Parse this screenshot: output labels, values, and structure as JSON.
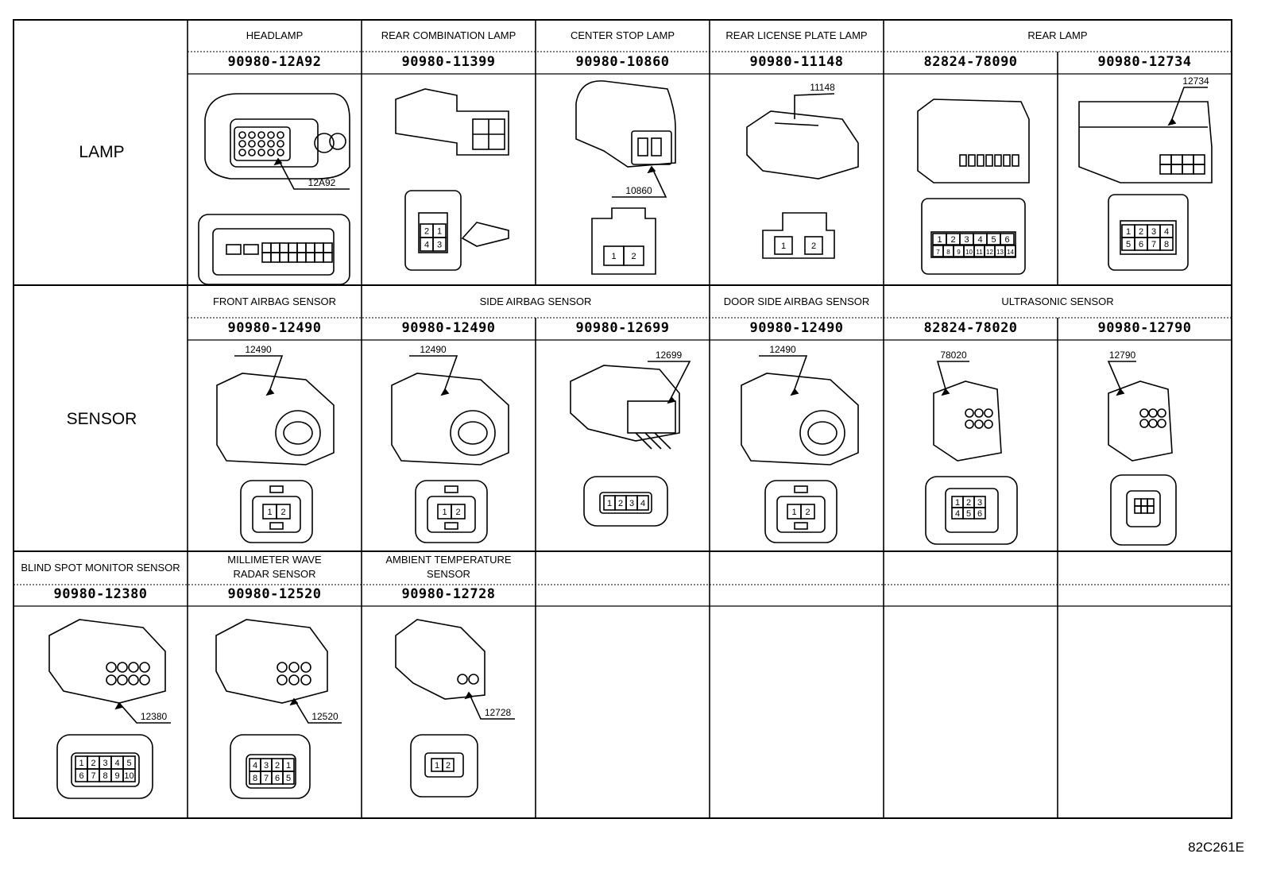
{
  "figure_id": "82C261E",
  "rows": [
    {
      "category": "LAMP",
      "connectors": [
        {
          "title": "HEADLAMP",
          "part_number": "90980-12A92",
          "callout": "12A92",
          "pins": [],
          "icon": "headlamp-connector-icon"
        },
        {
          "title": "REAR COMBINATION LAMP",
          "part_number": "90980-11399",
          "callout": "",
          "pins": [
            "2",
            "1",
            "4",
            "3"
          ],
          "icon": "rear-combination-lamp-connector-icon"
        },
        {
          "title": "CENTER STOP LAMP",
          "part_number": "90980-10860",
          "callout": "10860",
          "pins": [
            "1",
            "2"
          ],
          "icon": "center-stop-lamp-connector-icon"
        },
        {
          "title": "REAR LICENSE PLATE LAMP",
          "part_number": "90980-11148",
          "callout": "11148",
          "pins": [
            "1",
            "2"
          ],
          "icon": "rear-license-plate-lamp-connector-icon"
        },
        {
          "title": "REAR LAMP",
          "part_number": "82824-78090",
          "callout": "",
          "pins": [
            "1",
            "2",
            "3",
            "4",
            "5",
            "6",
            "7",
            "8",
            "9",
            "10",
            "11",
            "12",
            "13",
            "14"
          ],
          "icon": "rear-lamp-connector-icon"
        },
        {
          "title": "",
          "part_number": "90980-12734",
          "callout": "12734",
          "pins": [
            "1",
            "2",
            "3",
            "4",
            "5",
            "6",
            "7",
            "8"
          ],
          "icon": "rear-lamp-connector-icon"
        }
      ]
    },
    {
      "category": "SENSOR",
      "connectors": [
        {
          "title": "FRONT AIRBAG SENSOR",
          "part_number": "90980-12490",
          "callout": "12490",
          "pins": [
            "1",
            "2"
          ],
          "icon": "airbag-sensor-connector-icon"
        },
        {
          "title": "SIDE AIRBAG SENSOR",
          "part_number": "90980-12490",
          "callout": "12490",
          "pins": [
            "1",
            "2"
          ],
          "icon": "airbag-sensor-connector-icon"
        },
        {
          "title": "",
          "part_number": "90980-12699",
          "callout": "12699",
          "pins": [
            "1",
            "2",
            "3",
            "4"
          ],
          "icon": "side-airbag-sensor-connector-icon"
        },
        {
          "title": "DOOR SIDE AIRBAG SENSOR",
          "part_number": "90980-12490",
          "callout": "12490",
          "pins": [
            "1",
            "2"
          ],
          "icon": "airbag-sensor-connector-icon"
        },
        {
          "title": "ULTRASONIC SENSOR",
          "part_number": "82824-78020",
          "callout": "78020",
          "pins": [
            "1",
            "2",
            "3",
            "4",
            "5",
            "6"
          ],
          "icon": "ultrasonic-sensor-connector-icon"
        },
        {
          "title": "",
          "part_number": "90980-12790",
          "callout": "12790",
          "pins": [],
          "icon": "ultrasonic-sensor-connector-icon"
        }
      ]
    },
    {
      "category": "",
      "connectors": [
        {
          "title": "BLIND SPOT MONITOR SENSOR",
          "part_number": "90980-12380",
          "callout": "12380",
          "pins": [
            "1",
            "2",
            "3",
            "4",
            "5",
            "6",
            "7",
            "8",
            "9",
            "10"
          ],
          "icon": "blind-spot-monitor-connector-icon"
        },
        {
          "title": "MILLIMETER WAVE RADAR SENSOR",
          "title_lines": [
            "MILLIMETER WAVE",
            "RADAR SENSOR"
          ],
          "part_number": "90980-12520",
          "callout": "12520",
          "pins": [
            "4",
            "3",
            "2",
            "1",
            "8",
            "7",
            "6",
            "5"
          ],
          "icon": "radar-sensor-connector-icon"
        },
        {
          "title": "AMBIENT TEMPERATURE SENSOR",
          "title_lines": [
            "AMBIENT TEMPERATURE",
            "SENSOR"
          ],
          "part_number": "90980-12728",
          "callout": "12728",
          "pins": [
            "1",
            "2"
          ],
          "icon": "ambient-temperature-connector-icon"
        },
        {
          "title": "",
          "part_number": "",
          "callout": "",
          "pins": [],
          "icon": ""
        },
        {
          "title": "",
          "part_number": "",
          "callout": "",
          "pins": [],
          "icon": ""
        },
        {
          "title": "",
          "part_number": "",
          "callout": "",
          "pins": [],
          "icon": ""
        },
        {
          "title": "",
          "part_number": "",
          "callout": "",
          "pins": [],
          "icon": ""
        }
      ]
    }
  ]
}
